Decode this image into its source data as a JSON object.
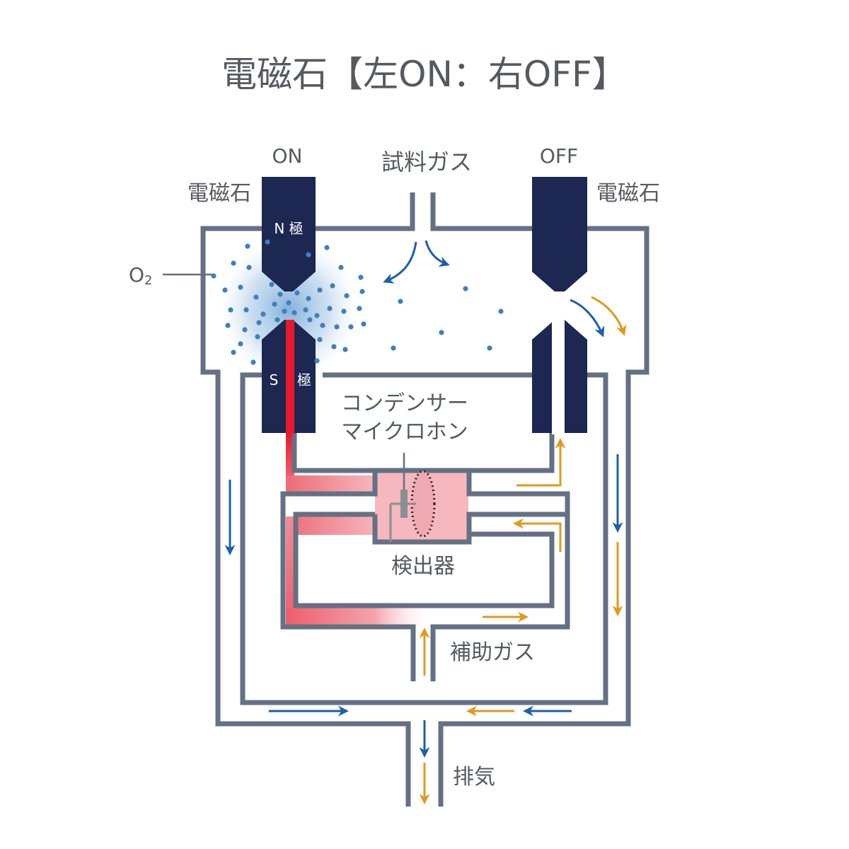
{
  "title": "電磁石【左ON：右OFF】",
  "labels": {
    "on": "ON",
    "off": "OFF",
    "sample_gas": "試料ガス",
    "electromagnet_left": "電磁石",
    "electromagnet_right": "電磁石",
    "n_pole": "N 極",
    "s_pole_s": "S",
    "s_pole_kanji": "極",
    "o2_base": "O",
    "o2_sub": "2",
    "condenser_mic_line1": "コンデンサー",
    "condenser_mic_line2": "マイクロホン",
    "detector": "検出器",
    "aux_gas": "補助ガス",
    "exhaust": "排気"
  },
  "colors": {
    "wall": "#647083",
    "magnet": "#1c2752",
    "flow_blue": "#1e5fa8",
    "flow_orange": "#e09a1e",
    "heat_red": "#e8192c",
    "text": "#555a61"
  }
}
